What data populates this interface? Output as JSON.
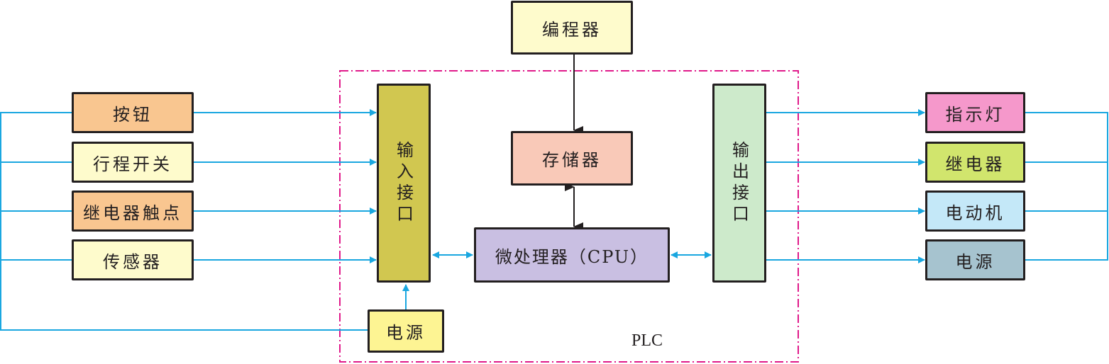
{
  "title": "PLC 系统组成框图",
  "plc_label": "PLC",
  "colors": {
    "wire_blue": "#1aa7e0",
    "wire_black": "#231f20",
    "plc_border": "#e0198a"
  },
  "inputs": [
    {
      "label": "按钮",
      "color": "#f9c690"
    },
    {
      "label": "行程开关",
      "color": "#fefbcc"
    },
    {
      "label": "继电器触点",
      "color": "#f9c690"
    },
    {
      "label": "传感器",
      "color": "#fefbcc"
    }
  ],
  "outputs": [
    {
      "label": "指示灯",
      "color": "#f598cb"
    },
    {
      "label": "继电器",
      "color": "#d1e56d"
    },
    {
      "label": "电动机",
      "color": "#c4e8f8"
    },
    {
      "label": "电源",
      "color": "#a6c3cf"
    }
  ],
  "plc": {
    "input_interface": {
      "label": "输入接口",
      "color": "#d1c750"
    },
    "output_interface": {
      "label": "输出接口",
      "color": "#cdeacb"
    },
    "memory": {
      "label": "存储器",
      "color": "#f9c9b8"
    },
    "cpu": {
      "label": "微处理器（CPU）",
      "color": "#c9bfe2"
    },
    "power": {
      "label": "电源",
      "color": "#fdf493"
    }
  },
  "programmer": {
    "label": "编程器",
    "color": "#fefbcc"
  }
}
